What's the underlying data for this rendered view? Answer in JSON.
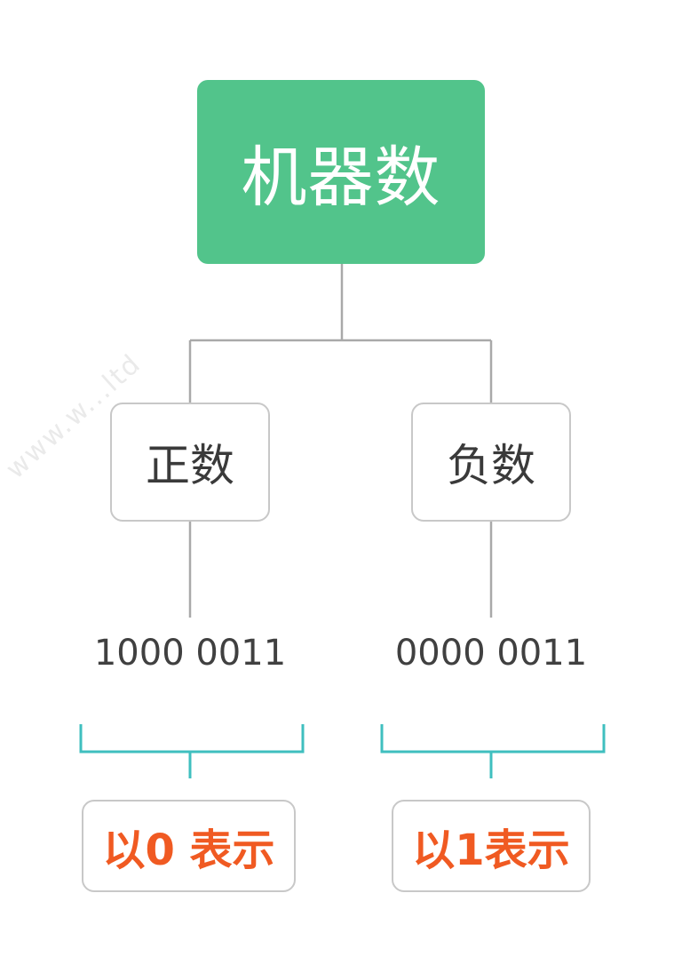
{
  "diagram": {
    "root": {
      "label": "机器数"
    },
    "children": [
      {
        "label": "正数",
        "binary": "1000 0011",
        "result": "以0 表示"
      },
      {
        "label": "负数",
        "binary": "0000 0011",
        "result": "以1表示"
      }
    ],
    "watermark": "www.w...ltd"
  },
  "colors": {
    "root_fill": "#52c48b",
    "tree_line": "#a9a9a9",
    "bracket": "#3fbfbf",
    "result_text": "#f05a22",
    "box_border": "#c8c8c8"
  }
}
